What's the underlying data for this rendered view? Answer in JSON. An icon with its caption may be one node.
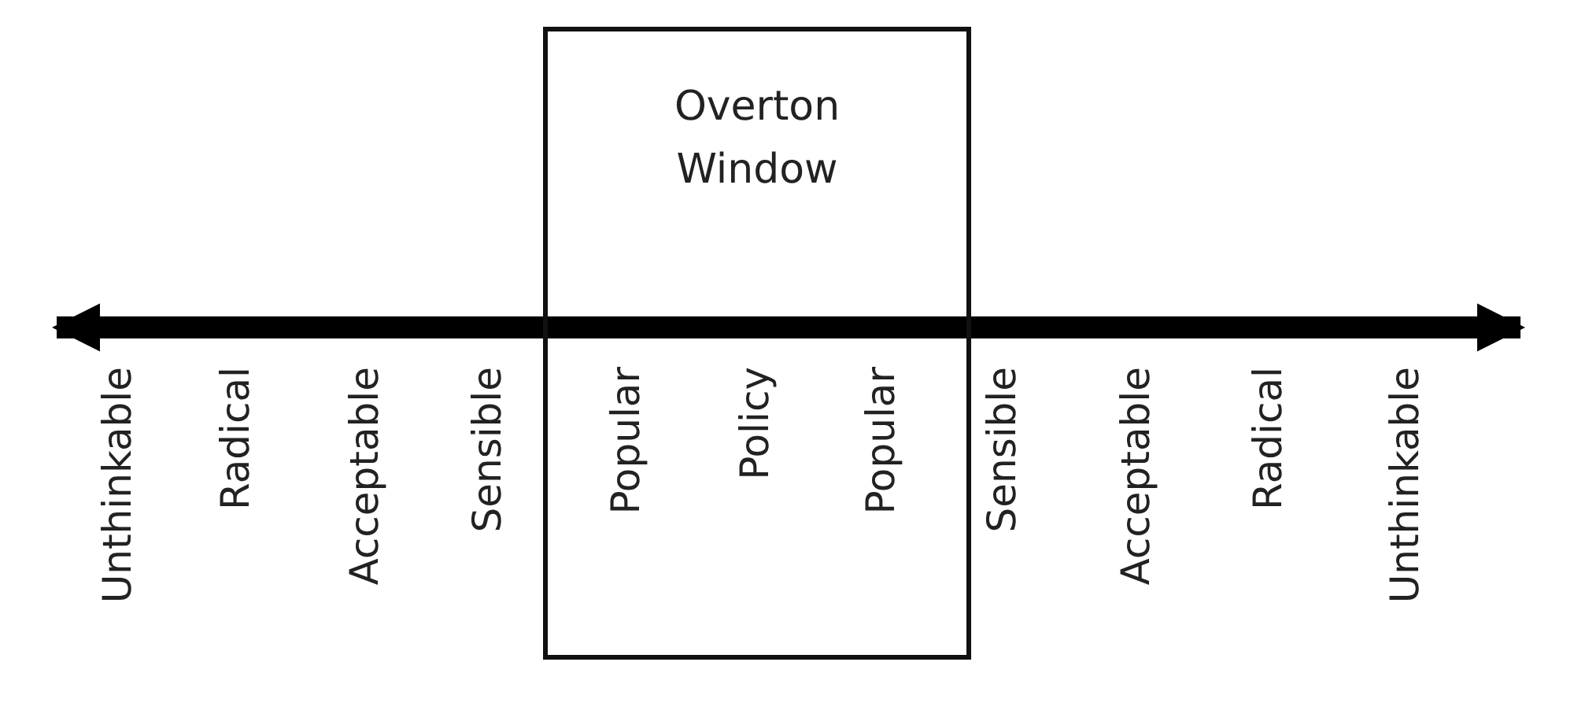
{
  "diagram": {
    "nodes": [
      {
        "text": [
          "Overton Window"
        ]
      }
    ],
    "labels": [
      "Unthinkable",
      "Radical",
      "Acceptable",
      "Sensible",
      "Popular",
      "Policy",
      "Popular",
      "Sensible",
      "Acceptable",
      "Radical",
      "Unthinkable"
    ]
  }
}
